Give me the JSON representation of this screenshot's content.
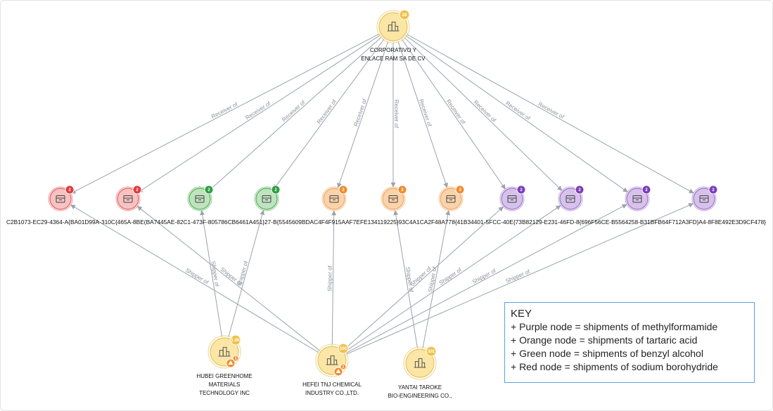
{
  "colors": {
    "edge": "#9aa3ad",
    "company_fill": "#fbe6a6",
    "company_stroke": "#e8c35a",
    "company_badge": "#f0c24a",
    "warn_badge": "#f28a2e",
    "red": {
      "fill": "#f6c2c2",
      "stroke": "#e35d5d",
      "badge": "#e23b3b"
    },
    "green": {
      "fill": "#bfe3bf",
      "stroke": "#4caf50",
      "badge": "#2e9e3e"
    },
    "orange": {
      "fill": "#fbd3ab",
      "stroke": "#f0a35a",
      "badge": "#f08c2e"
    },
    "purple": {
      "fill": "#d6c2ea",
      "stroke": "#9b6fc9",
      "badge": "#7b3fb8"
    }
  },
  "companies": [
    {
      "id": "c_top",
      "label_lines": [
        "CORPORATIVO Y",
        "ENLACE RAM SA DE CV"
      ],
      "badge": "28",
      "warning": false
    },
    {
      "id": "c_hubei",
      "label_lines": [
        "HUBEI GREENHOME",
        "MATERIALS",
        "TECHNOLOGY INC"
      ],
      "badge": "1.0K",
      "warning": true,
      "warning_count": "1"
    },
    {
      "id": "c_hefei",
      "label_lines": [
        "HEFEI TNJ CHEMICAL",
        "INDUSTRY CO.,LTD."
      ],
      "badge": "559",
      "warning": true,
      "warning_count": "1"
    },
    {
      "id": "c_yantai",
      "label_lines": [
        "YANTAI TAROKE",
        "BIO-ENGINEERING CO.,"
      ],
      "badge": "302",
      "warning": false
    }
  ],
  "shipments": [
    {
      "id": "s1",
      "color": "red",
      "badge": "2"
    },
    {
      "id": "s2",
      "color": "red",
      "badge": "2"
    },
    {
      "id": "s3",
      "color": "green",
      "badge": "2"
    },
    {
      "id": "s4",
      "color": "green",
      "badge": "2"
    },
    {
      "id": "s5",
      "color": "orange",
      "badge": "2"
    },
    {
      "id": "s6",
      "color": "orange",
      "badge": "2"
    },
    {
      "id": "s7",
      "color": "orange",
      "badge": "3"
    },
    {
      "id": "s8",
      "color": "purple",
      "badge": "2"
    },
    {
      "id": "s9",
      "color": "purple",
      "badge": "2"
    },
    {
      "id": "s10",
      "color": "purple",
      "badge": "2"
    },
    {
      "id": "s11",
      "color": "purple",
      "badge": "2"
    }
  ],
  "shipment_labels": "C2B1073-EC29-4364-A{BA01D99A-310C{465A-8BE(BA7445AE-82C1-473F-805786CB6461A451}27-B{5545609BDAC4F4F915AAF7EFE134119225}93C4A1CA2F48A778{41B34401-5FCC-40E{73B82129-E231-46FD-8{696F56CE-B5564258-B31BFB64F712A3FD}A4-8F8E492E3D9CF478}",
  "receiver_label": "Receiver of",
  "shipper_label": "Shipper of",
  "receiver_edges": [
    {
      "from": "c_top",
      "to": "s1"
    },
    {
      "from": "c_top",
      "to": "s2"
    },
    {
      "from": "c_top",
      "to": "s3"
    },
    {
      "from": "c_top",
      "to": "s4"
    },
    {
      "from": "c_top",
      "to": "s5"
    },
    {
      "from": "c_top",
      "to": "s6"
    },
    {
      "from": "c_top",
      "to": "s7"
    },
    {
      "from": "c_top",
      "to": "s8"
    },
    {
      "from": "c_top",
      "to": "s9"
    },
    {
      "from": "c_top",
      "to": "s10"
    },
    {
      "from": "c_top",
      "to": "s11"
    }
  ],
  "shipper_edges": [
    {
      "from": "c_hubei",
      "to": "s3"
    },
    {
      "from": "c_hubei",
      "to": "s4"
    },
    {
      "from": "c_hefei",
      "to": "s1"
    },
    {
      "from": "c_hefei",
      "to": "s2"
    },
    {
      "from": "c_hefei",
      "to": "s5"
    },
    {
      "from": "c_hefei",
      "to": "s8"
    },
    {
      "from": "c_hefei",
      "to": "s9"
    },
    {
      "from": "c_hefei",
      "to": "s10"
    },
    {
      "from": "c_hefei",
      "to": "s11"
    },
    {
      "from": "c_yantai",
      "to": "s6"
    },
    {
      "from": "c_yantai",
      "to": "s7"
    }
  ],
  "key": {
    "title": "KEY",
    "lines": [
      "+ Purple node = shipments of methylformamide",
      "+ Orange node = shipments of tartaric acid",
      "+ Green node = shipments of benzyl alcohol",
      "+ Red node = shipments of sodium borohydride"
    ]
  }
}
